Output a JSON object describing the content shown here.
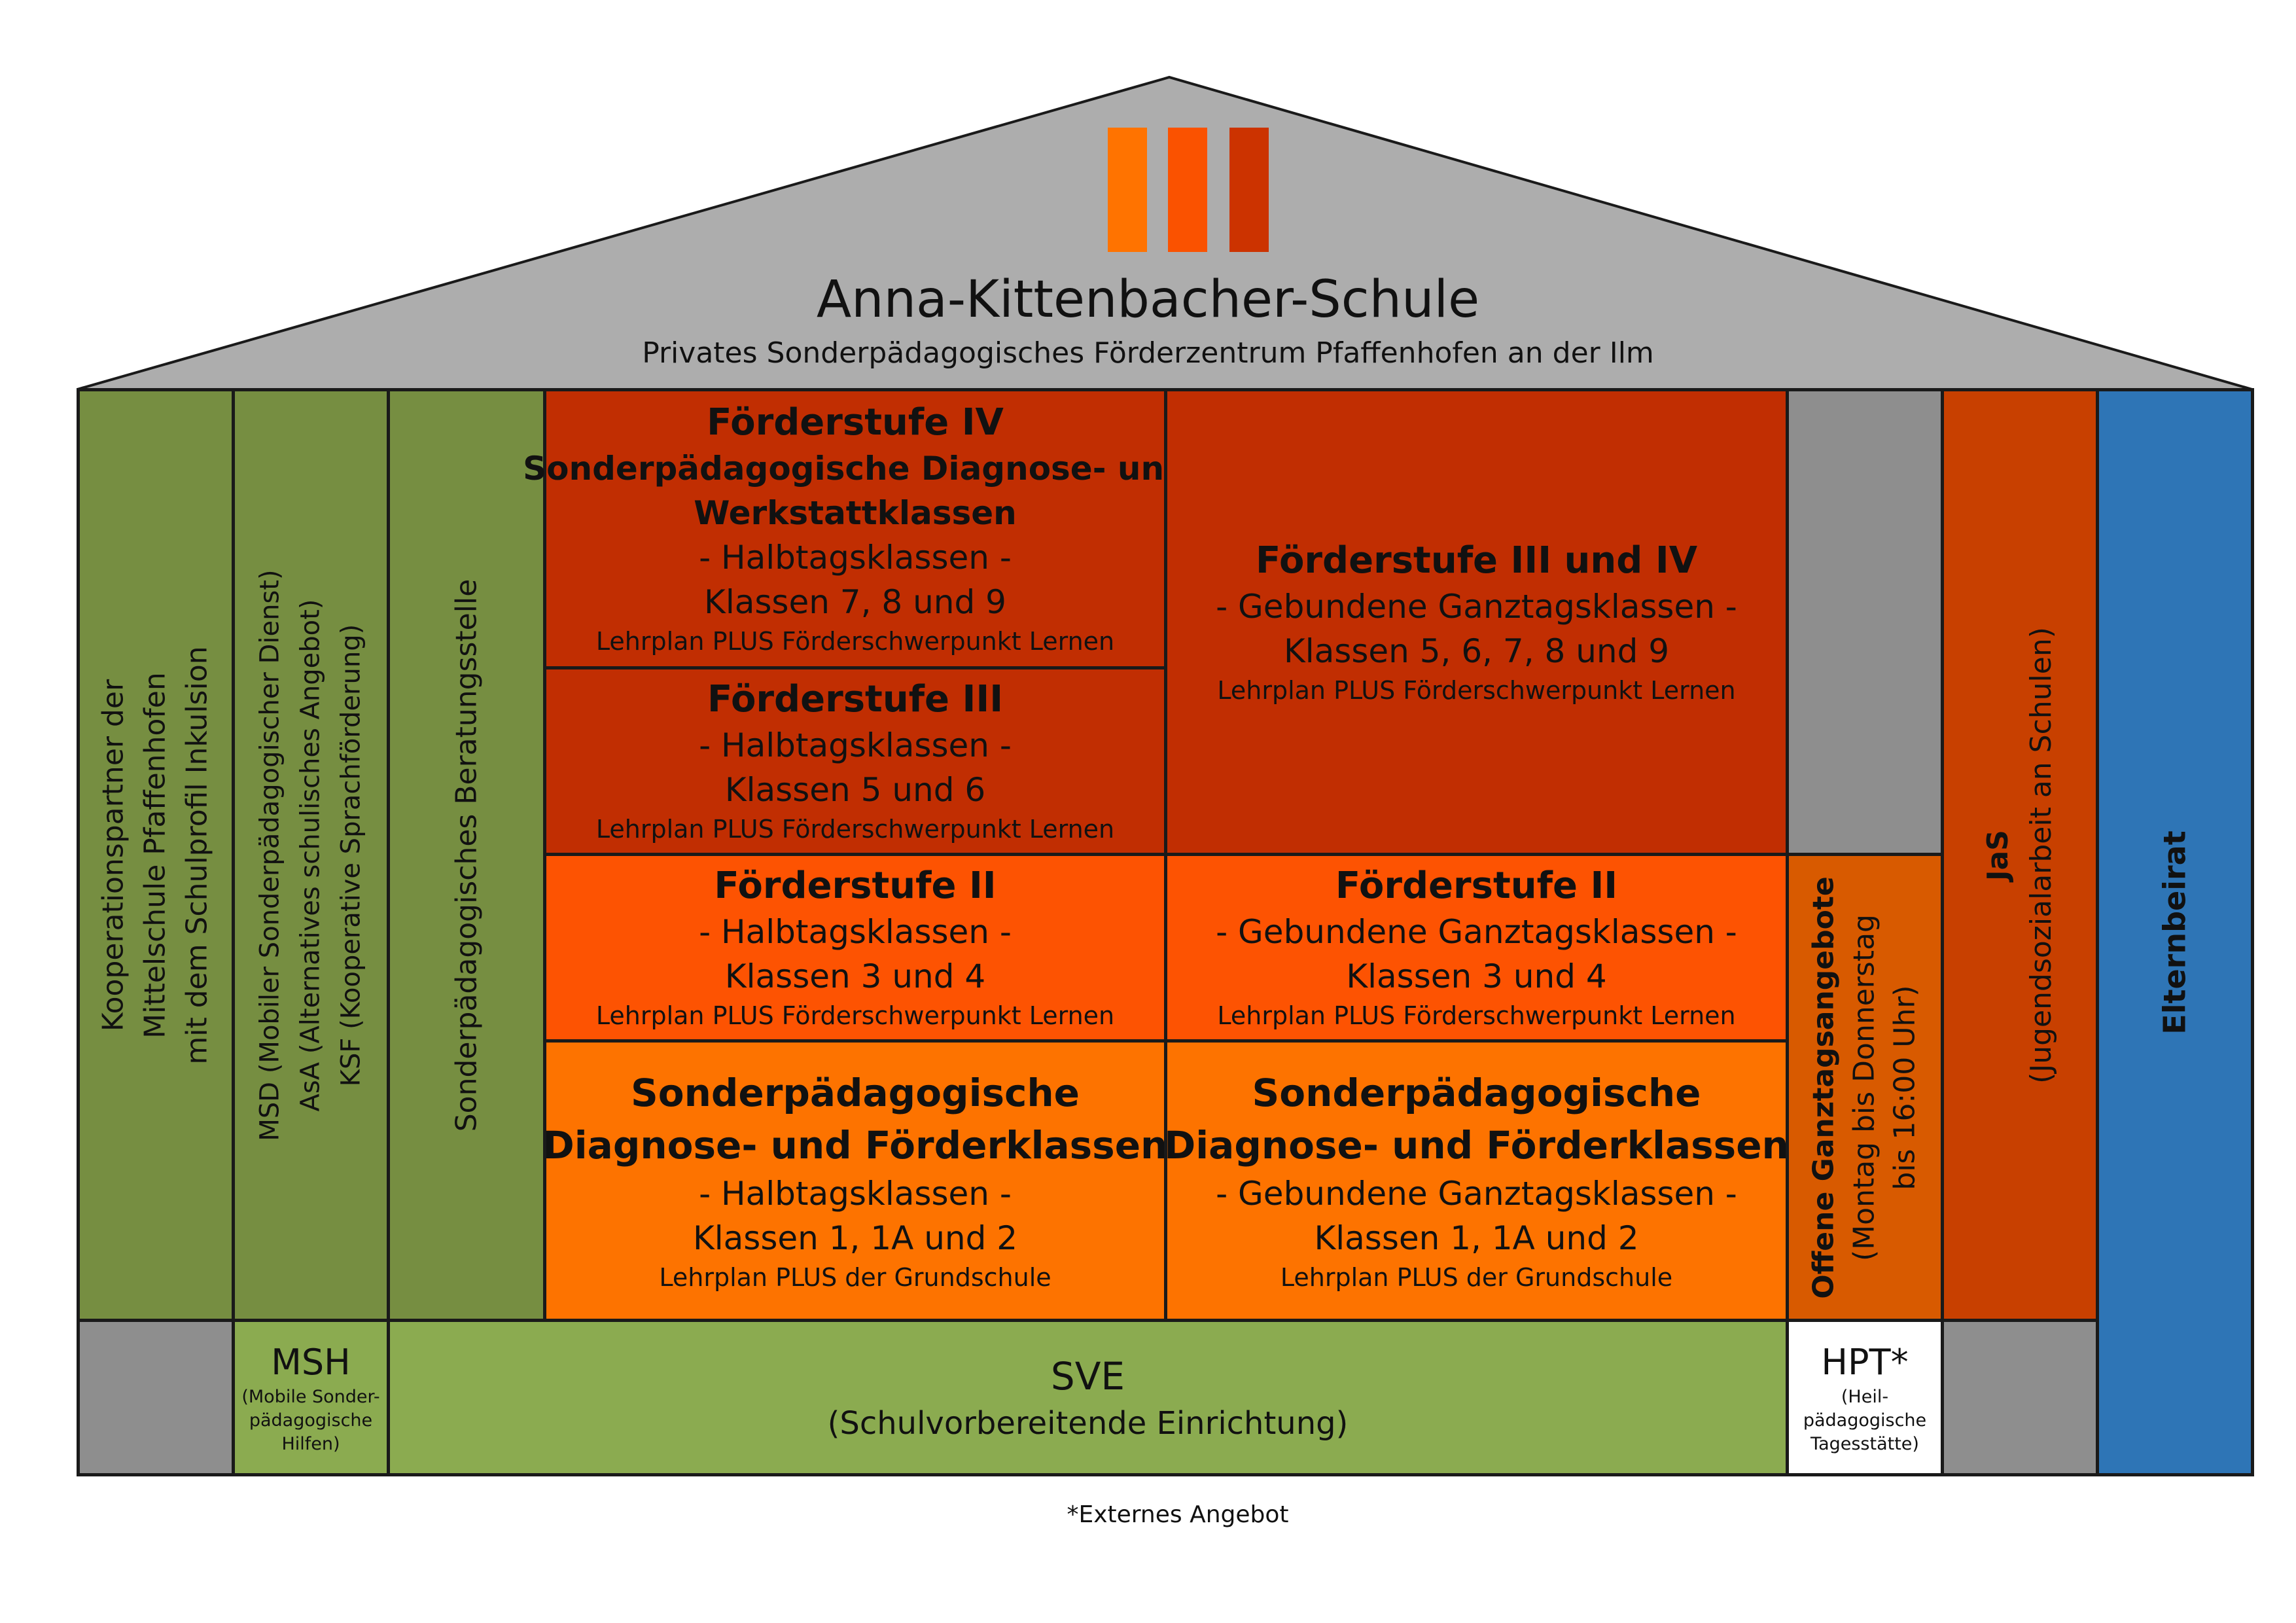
{
  "colors": {
    "roof": "#adadad",
    "green_dark": "#768e41",
    "green_light": "#8bab50",
    "red_dark": "#c12e02",
    "orange_red": "#fd5302",
    "orange": "#fd7300",
    "orange_brown": "#d85a00",
    "jas": "#c84000",
    "blue": "#2e75b6",
    "gray": "#8e8e8e",
    "logo": [
      "#ff7300",
      "#fa5200",
      "#cc3300"
    ]
  },
  "header": {
    "title": "Anna-Kittenbacher-Schule",
    "subtitle": "Privates Sonderpädagogisches Förderzentrum Pfaffenhofen an der Ilm"
  },
  "pillars": {
    "kooperation": [
      "Kooperationspartner der",
      "Mittelschule Pfaffenhofen",
      "mit dem Schulprofil Inkulsion"
    ],
    "msd": [
      "MSD (Mobiler Sonderpädagogischer Dienst)",
      "AsA (Alternatives schulisches Angebot)",
      "KSF (Kooperative Sprachförderung)"
    ],
    "beratung": "Sonderpädagogisches Beratungsstelle",
    "offene": [
      "Offene Ganztagsangebote",
      "(Montag bis Donnerstag",
      "bis 16:00 Uhr)"
    ],
    "jas": [
      "JaS",
      "(Jugendsozialarbeit an Schulen)"
    ],
    "elternbeirat": "Elternbeirat"
  },
  "classes": {
    "fs4": {
      "title": "Förderstufe IV",
      "subtitle1": "Sonderpädagogische Diagnose- und",
      "subtitle2": "Werkstattklassen",
      "type": "- Halbtagsklassen -",
      "grades": "Klassen 7, 8 und 9",
      "curriculum": "Lehrplan PLUS  Förderschwerpunkt Lernen"
    },
    "fs3": {
      "title": "Förderstufe III",
      "type": "- Halbtagsklassen -",
      "grades": "Klassen 5 und 6",
      "curriculum": "Lehrplan PLUS  Förderschwerpunkt Lernen"
    },
    "fs34": {
      "title": "Förderstufe III und IV",
      "type": "- Gebundene Ganztagsklassen -",
      "grades": "Klassen 5, 6, 7, 8 und 9",
      "curriculum": "Lehrplan PLUS  Förderschwerpunkt Lernen"
    },
    "fs2_half": {
      "title": "Förderstufe II",
      "type": "- Halbtagsklassen -",
      "grades": "Klassen 3 und 4",
      "curriculum": "Lehrplan PLUS  Förderschwerpunkt Lernen"
    },
    "fs2_full": {
      "title": "Förderstufe II",
      "type": "- Gebundene Ganztagsklassen -",
      "grades": "Klassen 3 und 4",
      "curriculum": "Lehrplan PLUS  Förderschwerpunkt Lernen"
    },
    "dfk_half": {
      "title1": "Sonderpädagogische",
      "title2": "Diagnose- und Förderklassen",
      "type": "- Halbtagsklassen -",
      "grades": "Klassen 1, 1A und 2",
      "curriculum": "Lehrplan PLUS der Grundschule"
    },
    "dfk_full": {
      "title1": "Sonderpädagogische",
      "title2": "Diagnose- und Förderklassen",
      "type": "- Gebundene Ganztagsklassen -",
      "grades": "Klassen 1, 1A und 2",
      "curriculum": "Lehrplan PLUS der Grundschule"
    }
  },
  "base": {
    "msh": {
      "title": "MSH",
      "lines": [
        "(Mobile Sonder-",
        "pädagogische",
        "Hilfen)"
      ]
    },
    "sve": {
      "title": "SVE",
      "subtitle": "(Schulvorbereitende Einrichtung)"
    },
    "hpt": {
      "title": "HPT*",
      "lines": [
        "(Heil-",
        "pädagogische",
        "Tagesstätte)"
      ]
    }
  },
  "footnote": "*Externes Angebot"
}
